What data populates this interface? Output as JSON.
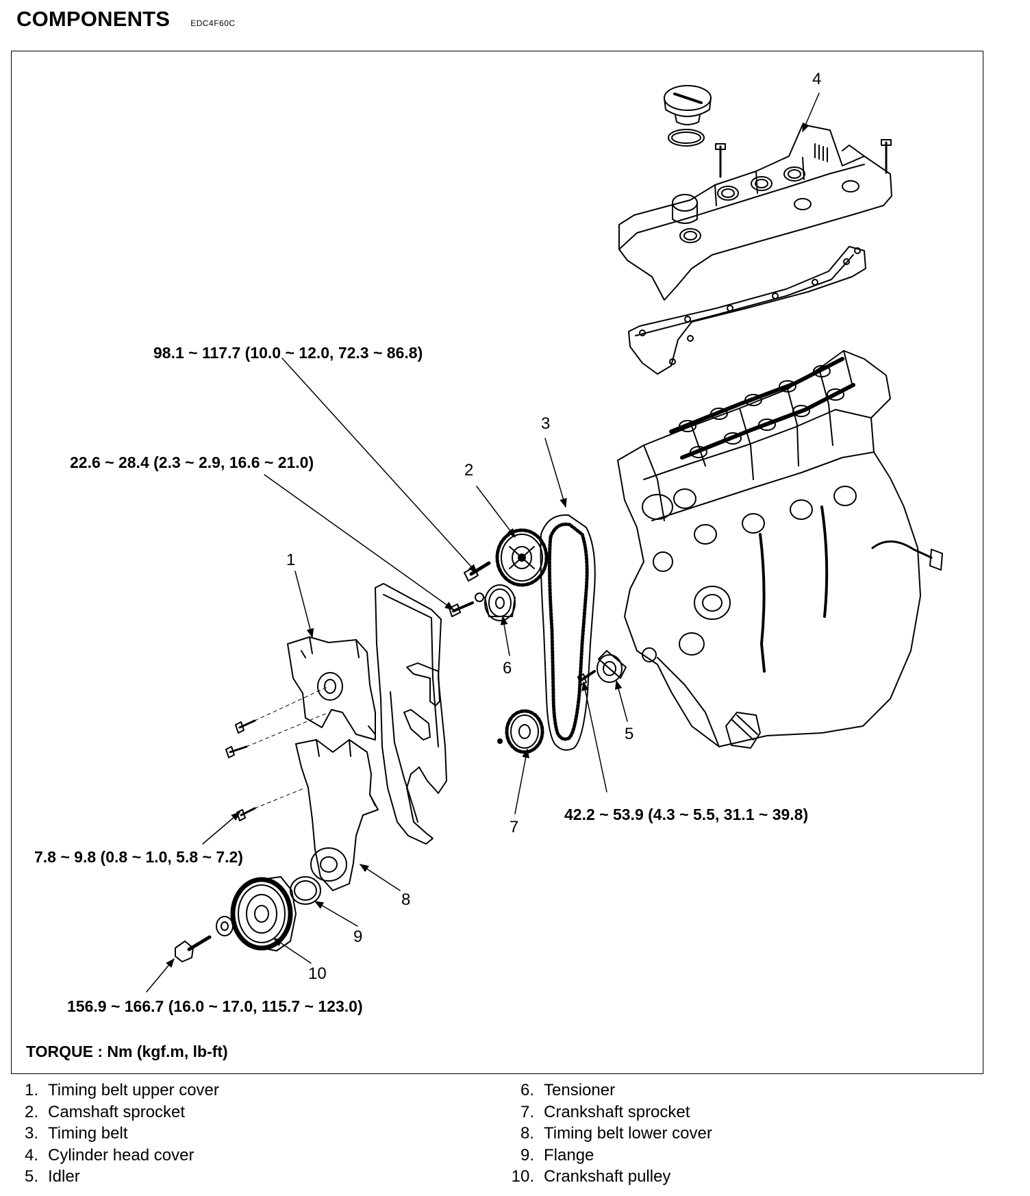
{
  "header": {
    "title": "COMPONENTS",
    "code": "EDC4F60C"
  },
  "callouts": {
    "n1": "1",
    "n2": "2",
    "n3": "3",
    "n4": "4",
    "n5": "5",
    "n6": "6",
    "n7": "7",
    "n8": "8",
    "n9": "9",
    "n10": "10"
  },
  "torques": {
    "camshaft_bolt": "98.1 ~ 117.7 (10.0 ~ 12.0, 72.3 ~ 86.8)",
    "tensioner_bolt": "22.6 ~ 28.4 (2.3 ~ 2.9, 16.6 ~ 21.0)",
    "cover_bolt": "7.8 ~ 9.8 (0.8 ~ 1.0, 5.8 ~ 7.2)",
    "idler_bolt": "42.2 ~ 53.9 (4.3 ~ 5.5, 31.1 ~ 39.8)",
    "pulley_bolt": "156.9 ~ 166.7 (16.0 ~ 17.0, 115.7 ~ 123.0)"
  },
  "torque_note": "TORQUE : Nm (kgf.m, lb-ft)",
  "legend_left": [
    {
      "num": "1.",
      "label": "Timing belt upper cover"
    },
    {
      "num": "2.",
      "label": "Camshaft sprocket"
    },
    {
      "num": "3.",
      "label": "Timing belt"
    },
    {
      "num": "4.",
      "label": "Cylinder head cover"
    },
    {
      "num": "5.",
      "label": "Idler"
    }
  ],
  "legend_right": [
    {
      "num": "6.",
      "label": "Tensioner"
    },
    {
      "num": "7.",
      "label": "Crankshaft sprocket"
    },
    {
      "num": "8.",
      "label": "Timing belt lower cover"
    },
    {
      "num": "9.",
      "label": "Flange"
    },
    {
      "num": "10.",
      "label": "Crankshaft pulley"
    }
  ]
}
